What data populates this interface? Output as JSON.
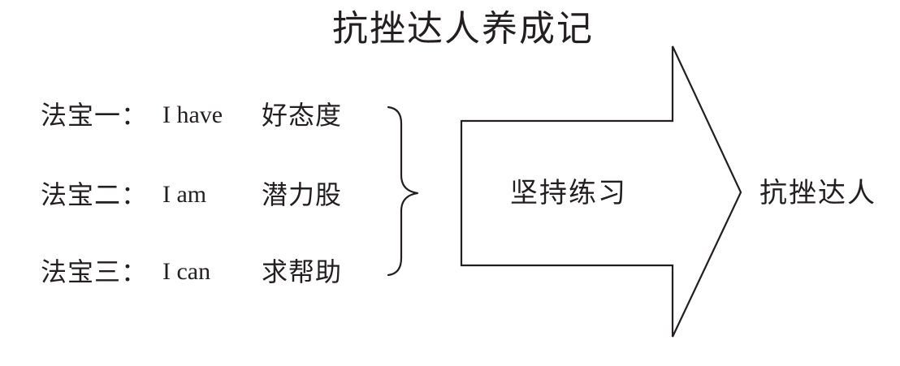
{
  "title": "抗挫达人养成记",
  "treasures": [
    {
      "label": "法宝一：",
      "english": "I have",
      "desc": "好态度"
    },
    {
      "label": "法宝二：",
      "english": "I am",
      "desc": "潜力股"
    },
    {
      "label": "法宝三：",
      "english": "I can",
      "desc": "求帮助"
    }
  ],
  "arrow": {
    "label": "坚持练习"
  },
  "result": "抗挫达人",
  "colors": {
    "ink": "#231f20",
    "background": "#ffffff"
  }
}
